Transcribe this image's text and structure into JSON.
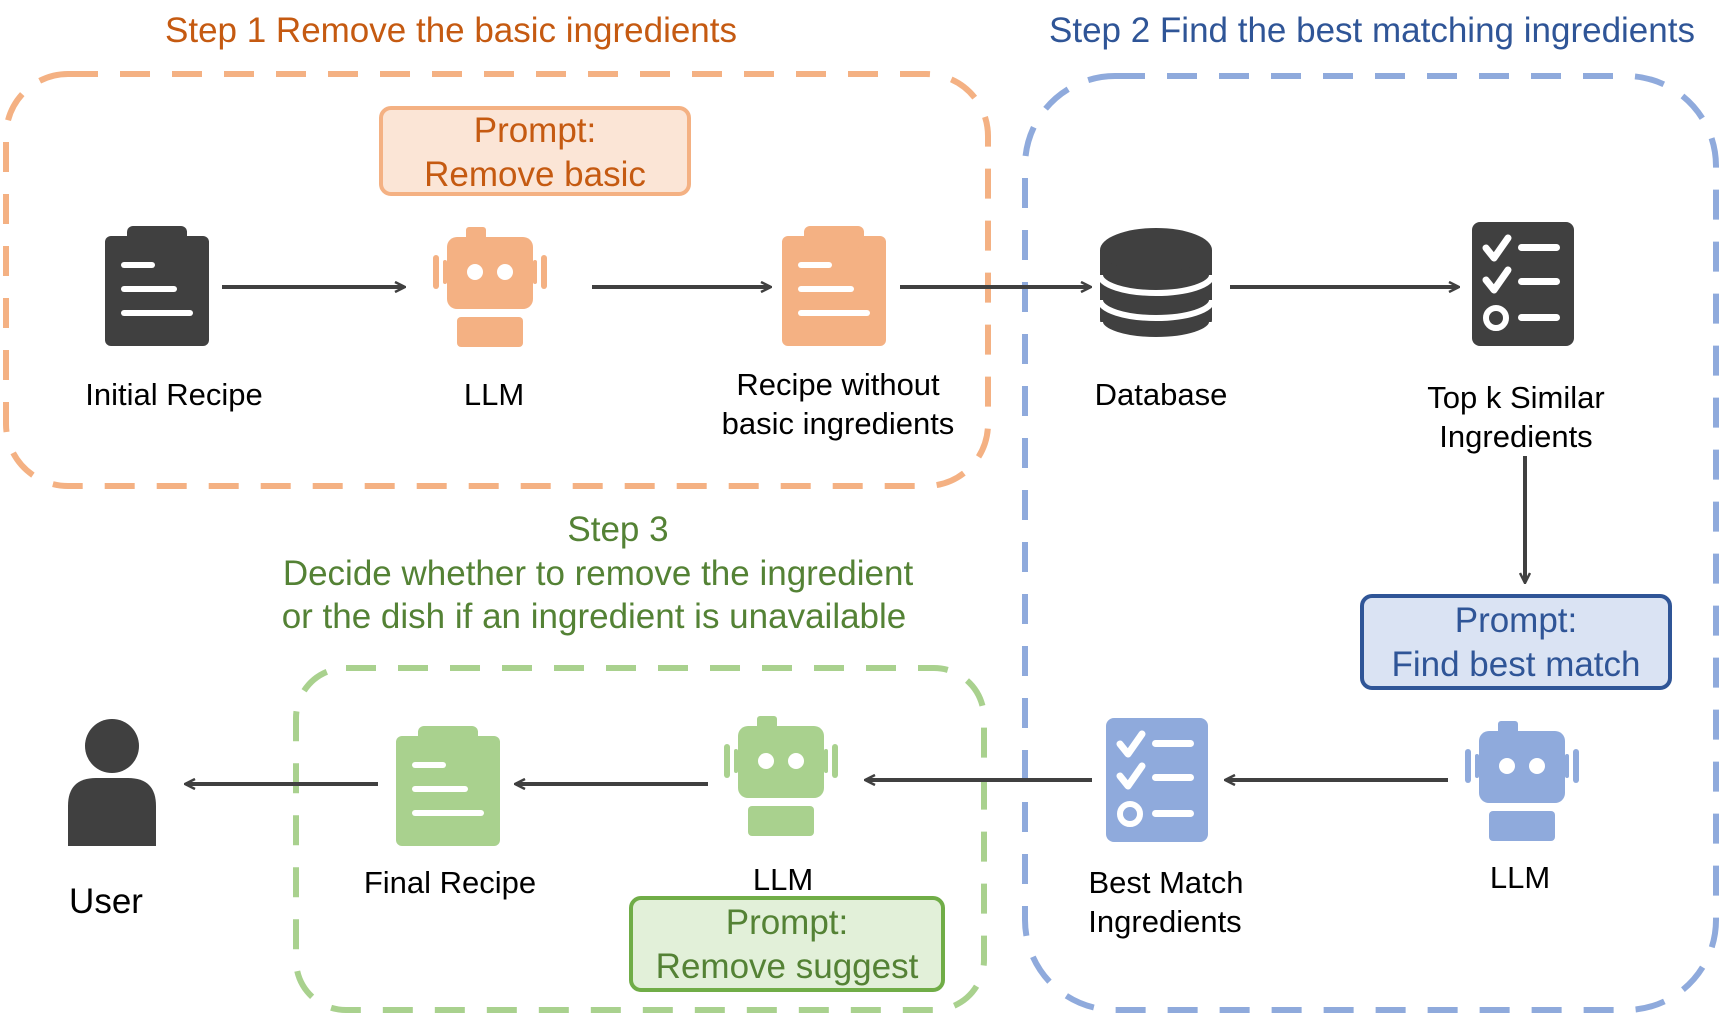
{
  "steps": {
    "step1": {
      "title": "Step 1 Remove the basic ingredients"
    },
    "step2": {
      "title": "Step 2 Find the best matching ingredients"
    },
    "step3": {
      "line1": "Step 3",
      "line2": "Decide whether to remove the ingredient",
      "line3": "or the dish if an ingredient is unavailable"
    }
  },
  "prompts": {
    "remove_basic": {
      "line1": "Prompt:",
      "line2": "Remove basic"
    },
    "find_best": {
      "line1": "Prompt:",
      "line2": "Find best match"
    },
    "remove_suggest": {
      "line1": "Prompt:",
      "line2": "Remove suggest"
    }
  },
  "nodes": {
    "initial_recipe": {
      "label": "Initial Recipe"
    },
    "llm1": {
      "label": "LLM"
    },
    "recipe_without": {
      "line1": "Recipe without",
      "line2": "basic ingredients"
    },
    "database": {
      "label": "Database"
    },
    "top_k": {
      "line1": "Top k Similar",
      "line2": "Ingredients"
    },
    "llm2": {
      "label": "LLM"
    },
    "best_match": {
      "line1": "Best Match",
      "line2": "Ingredients"
    },
    "llm3": {
      "label": "LLM"
    },
    "final_recipe": {
      "label": "Final Recipe"
    },
    "user": {
      "label": "User"
    }
  },
  "colors": {
    "orange": "#f4b183",
    "orange_text": "#c55a11",
    "orange_fill": "#fbe5d6",
    "blue": "#8faadc",
    "blue_text": "#2f5597",
    "blue_fill": "#dae3f3",
    "green": "#a9d18e",
    "green_text": "#548235",
    "green_fill": "#e2f0d9",
    "dark": "#404040"
  },
  "icons": {
    "initial_recipe": "clipboard-icon",
    "llm": "robot-icon",
    "recipe_without": "clipboard-icon",
    "database": "database-icon",
    "top_k": "checklist-icon",
    "best_match": "checklist-icon",
    "final_recipe": "clipboard-icon",
    "user": "user-icon"
  }
}
